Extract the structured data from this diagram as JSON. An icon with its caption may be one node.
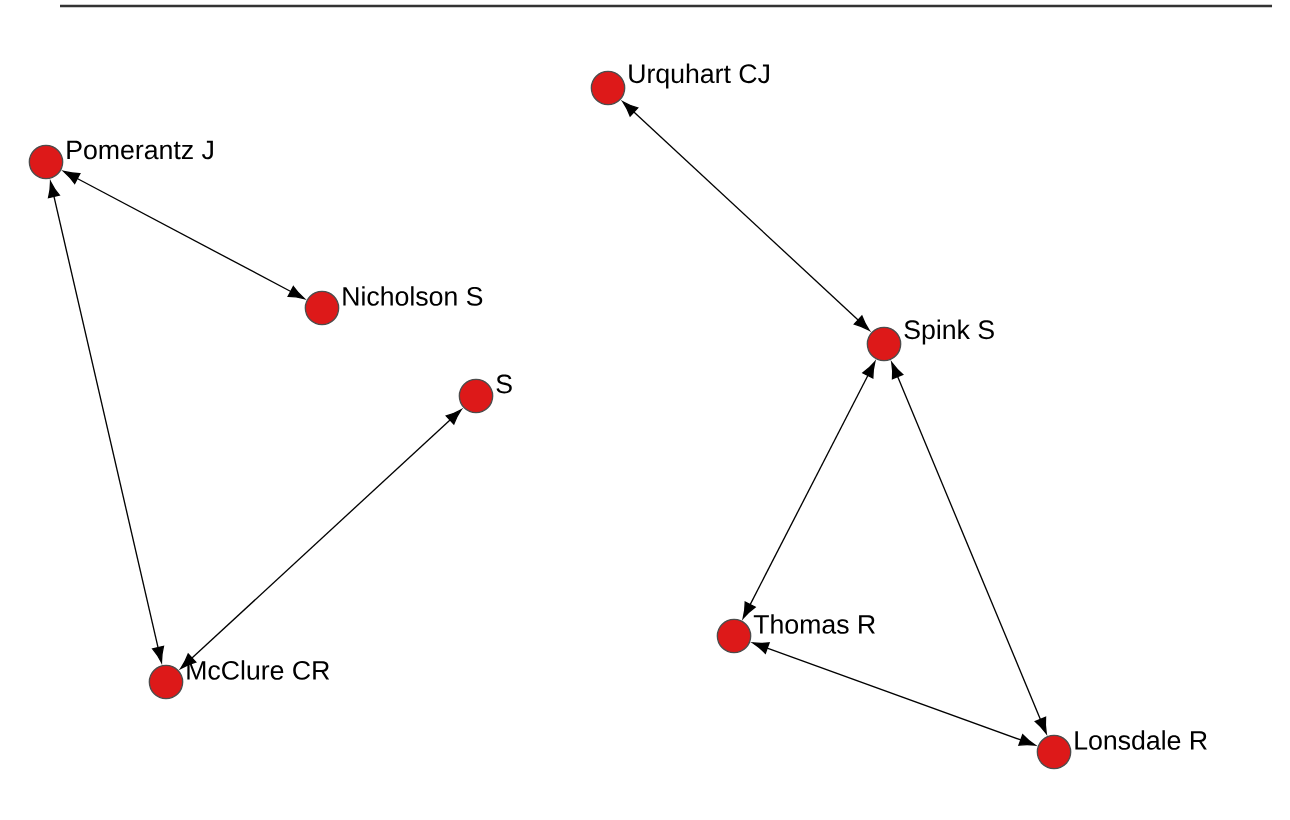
{
  "diagram": {
    "nodes": [
      {
        "text": [],
        "shape": "circle",
        "beside": [
          "Pomerantz J"
        ]
      },
      {
        "text": [],
        "shape": "circle",
        "beside": [
          "Nicholson S"
        ]
      },
      {
        "text": [],
        "shape": "circle",
        "beside": [
          "S"
        ]
      },
      {
        "text": [],
        "shape": "circle",
        "beside": [
          "McClure CR"
        ]
      },
      {
        "text": [],
        "shape": "circle",
        "beside": [
          "Urquhart CJ"
        ]
      },
      {
        "text": [],
        "shape": "circle",
        "beside": [
          "Spink S"
        ]
      },
      {
        "text": [],
        "shape": "circle",
        "beside": [
          "Thomas R"
        ]
      },
      {
        "text": [],
        "shape": "circle",
        "beside": [
          "Lonsdale R"
        ]
      }
    ],
    "edges": [
      {
        "from": 0,
        "to": 1,
        "arrow": "both"
      },
      {
        "from": 0,
        "to": 3,
        "arrow": "both"
      },
      {
        "from": 3,
        "to": 2,
        "arrow": "both"
      },
      {
        "from": 4,
        "to": 5,
        "arrow": "both"
      },
      {
        "from": 5,
        "to": 6,
        "arrow": "both"
      },
      {
        "from": 5,
        "to": 7,
        "arrow": "both"
      },
      {
        "from": 6,
        "to": 7,
        "arrow": "both"
      }
    ]
  }
}
